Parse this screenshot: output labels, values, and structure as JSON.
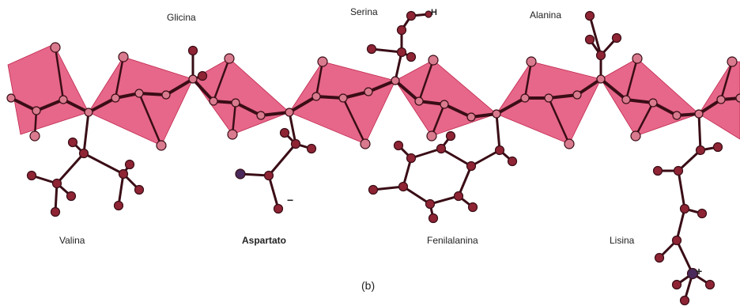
{
  "labels": {
    "glicina": "Glicina",
    "serina": "Serina",
    "alanina": "Alanina",
    "valina": "Valina",
    "aspartato": "Aspartato",
    "fenilalanina": "Fenilalanina",
    "lisina": "Lisina",
    "hydrogen": "H",
    "minus": "−",
    "plus": "+",
    "panel": "(b)"
  },
  "colors": {
    "plane": "#e0456f",
    "bond": "#3a0d16",
    "atom_dark": "#8e2434",
    "atom_light": "#d97a8e",
    "atom_nitrogen": "#4a2a5a"
  }
}
